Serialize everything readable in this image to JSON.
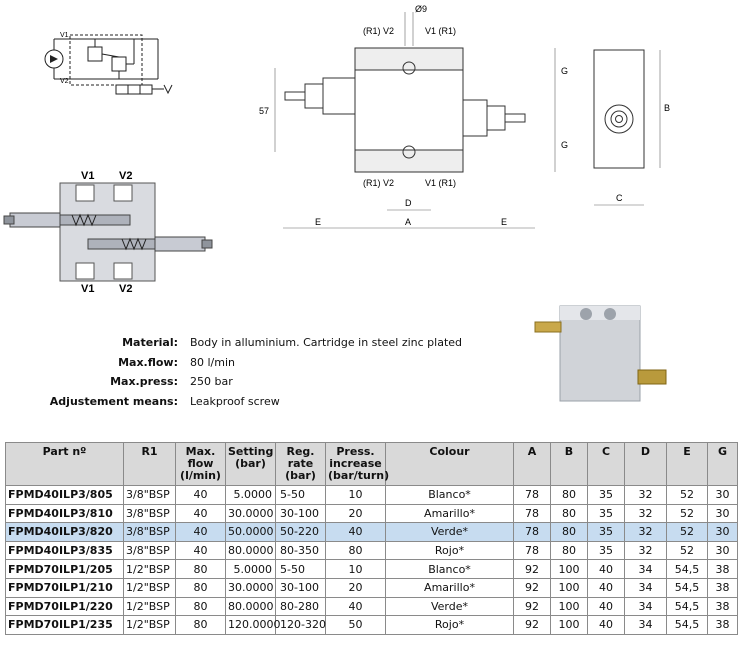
{
  "drawing": {
    "schematic": {
      "v1": "V1",
      "v2": "V2"
    },
    "section": {
      "v1_top": "V1",
      "v2_top": "V2",
      "v1_bottom": "V1",
      "v2_bottom": "V2"
    },
    "front": {
      "top_r1_v2": "(R1) V2",
      "top_v1_r1": "V1 (R1)",
      "bottom_r1_v2": "(R1) V2",
      "bottom_v1_r1": "V1 (R1)",
      "diameter": "Ø9",
      "height": "57",
      "dim_g_top": "G",
      "dim_g_bottom": "G",
      "dim_d": "D",
      "dim_a": "A",
      "dim_e_left": "E",
      "dim_e_right": "E"
    },
    "side": {
      "dim_b": "B",
      "dim_c": "C"
    }
  },
  "specs": [
    {
      "label": "Material:",
      "value": "Body in alluminium. Cartridge in steel zinc plated"
    },
    {
      "label": "Max.flow:",
      "value": "80 l/min"
    },
    {
      "label": "Max.press:",
      "value": "250 bar"
    },
    {
      "label": "Adjustement means:",
      "value": "Leakproof screw"
    }
  ],
  "table": {
    "headers": {
      "part": "Part nº",
      "r1": "R1",
      "flow": "Max. flow (l/min)",
      "setting": "Setting (bar)",
      "rate": "Reg. rate (bar)",
      "increase": "Press. increase (bar/turn)",
      "colour": "Colour",
      "a": "A",
      "b": "B",
      "c": "C",
      "d": "D",
      "e": "E",
      "g": "G"
    },
    "rows": [
      {
        "part": "FPMD40ILP3/805",
        "r1": "3/8\"BSP",
        "flow": "40",
        "setting": "5.0000",
        "rate": "5-50",
        "increase": "10",
        "colour": "Blanco*",
        "a": "78",
        "b": "80",
        "c": "35",
        "d": "32",
        "e": "52",
        "g": "30"
      },
      {
        "part": "FPMD40ILP3/810",
        "r1": "3/8\"BSP",
        "flow": "40",
        "setting": "30.0000",
        "rate": "30-100",
        "increase": "20",
        "colour": "Amarillo*",
        "a": "78",
        "b": "80",
        "c": "35",
        "d": "32",
        "e": "52",
        "g": "30"
      },
      {
        "part": "FPMD40ILP3/820",
        "r1": "3/8\"BSP",
        "flow": "40",
        "setting": "50.0000",
        "rate": "50-220",
        "increase": "40",
        "colour": "Verde*",
        "a": "78",
        "b": "80",
        "c": "35",
        "d": "32",
        "e": "52",
        "g": "30"
      },
      {
        "part": "FPMD40ILP3/835",
        "r1": "3/8\"BSP",
        "flow": "40",
        "setting": "80.0000",
        "rate": "80-350",
        "increase": "80",
        "colour": "Rojo*",
        "a": "78",
        "b": "80",
        "c": "35",
        "d": "32",
        "e": "52",
        "g": "30"
      },
      {
        "part": "FPMD70ILP1/205",
        "r1": "1/2\"BSP",
        "flow": "80",
        "setting": "5.0000",
        "rate": "5-50",
        "increase": "10",
        "colour": "Blanco*",
        "a": "92",
        "b": "100",
        "c": "40",
        "d": "34",
        "e": "54,5",
        "g": "38"
      },
      {
        "part": "FPMD70ILP1/210",
        "r1": "1/2\"BSP",
        "flow": "80",
        "setting": "30.0000",
        "rate": "30-100",
        "increase": "20",
        "colour": "Amarillo*",
        "a": "92",
        "b": "100",
        "c": "40",
        "d": "34",
        "e": "54,5",
        "g": "38"
      },
      {
        "part": "FPMD70ILP1/220",
        "r1": "1/2\"BSP",
        "flow": "80",
        "setting": "80.0000",
        "rate": "80-280",
        "increase": "40",
        "colour": "Verde*",
        "a": "92",
        "b": "100",
        "c": "40",
        "d": "34",
        "e": "54,5",
        "g": "38"
      },
      {
        "part": "FPMD70ILP1/235",
        "r1": "1/2\"BSP",
        "flow": "80",
        "setting": "120.0000",
        "rate": "120-320",
        "increase": "50",
        "colour": "Rojo*",
        "a": "92",
        "b": "100",
        "c": "40",
        "d": "34",
        "e": "54,5",
        "g": "38"
      }
    ]
  }
}
